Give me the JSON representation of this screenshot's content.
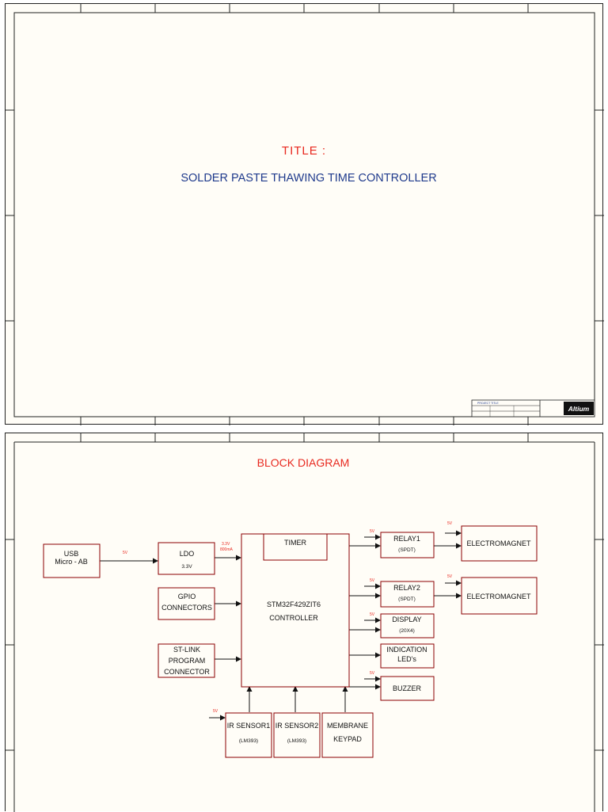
{
  "sheet1": {
    "title_label": "TITLE :",
    "project_name": "SOLDER PASTE THAWING TIME CONTROLLER",
    "title_block": {
      "field_title": "PROJECT TITLE",
      "logo": "Altium"
    }
  },
  "sheet2": {
    "heading": "BLOCK DIAGRAM",
    "blocks": {
      "usb": {
        "line1": "USB",
        "line2": "Micro - AB"
      },
      "ldo": {
        "line1": "LDO",
        "line2": "3.3V"
      },
      "gpio": {
        "line1": "GPIO",
        "line2": "CONNECTORS"
      },
      "stlink": {
        "line1": "ST-LINK",
        "line2": "PROGRAM",
        "line3": "CONNECTOR"
      },
      "mcu": {
        "timer": "TIMER",
        "line1": "STM32F429ZIT6",
        "line2": "CONTROLLER"
      },
      "relay1": {
        "line1": "RELAY1",
        "line2": "(SPDT)"
      },
      "relay2": {
        "line1": "RELAY2",
        "line2": "(SPDT)"
      },
      "display": {
        "line1": "DISPLAY",
        "line2": "(20X4)"
      },
      "leds": {
        "line1": "INDICATION",
        "line2": "LED's"
      },
      "buzzer": {
        "line1": "BUZZER"
      },
      "em1": {
        "line1": "ELECTROMAGNET"
      },
      "em2": {
        "line1": "ELECTROMAGNET"
      },
      "ir1": {
        "line1": "IR SENSOR1",
        "line2": "(LM393)"
      },
      "ir2": {
        "line1": "IR SENSOR2",
        "line2": "(LM393)"
      },
      "keypad": {
        "line1": "MEMBRANE",
        "line2": "KEYPAD"
      }
    },
    "labels": {
      "usb_5v": "5V",
      "ldo_out_v": "3.3V",
      "ldo_out_i": "800mA",
      "relay1_5v": "5V",
      "relay2_5v": "5V",
      "display_5v": "5V",
      "buzzer_5v": "5V",
      "em1_5v": "5V",
      "em2_5v": "5V",
      "ir1_5v": "5V"
    }
  },
  "colors": {
    "frame": "#222222",
    "block_border": "#8b0000",
    "title_red": "#e8281e",
    "title_blue": "#1f3a8c",
    "text": "#111111",
    "paper": "#fffdf7"
  }
}
